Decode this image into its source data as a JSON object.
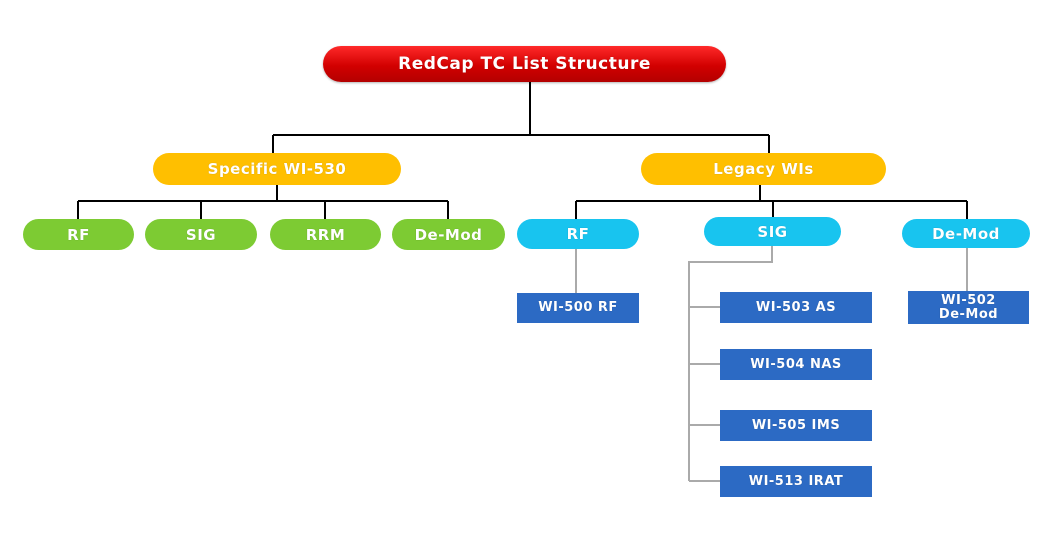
{
  "colors": {
    "root": "#d20000",
    "level1": "#ffbf00",
    "specific_children": "#7dcb33",
    "legacy_children": "#18c4ef",
    "leaf_boxes": "#2c6ac4",
    "primary_connector": "#000000",
    "secondary_connector": "#aaaaaa"
  },
  "root": {
    "label": "RedCap TC List Structure"
  },
  "specific": {
    "label": "Specific WI-530",
    "children": [
      "RF",
      "SIG",
      "RRM",
      "De-Mod"
    ]
  },
  "legacy": {
    "label": "Legacy WIs",
    "children": [
      {
        "label": "RF",
        "items": [
          "WI-500 RF"
        ]
      },
      {
        "label": "SIG",
        "items": [
          "WI-503 AS",
          "WI-504 NAS",
          "WI-505 IMS",
          "WI-513 IRAT"
        ]
      },
      {
        "label": "De-Mod",
        "items": [
          "WI-502\nDe-Mod"
        ]
      }
    ]
  }
}
